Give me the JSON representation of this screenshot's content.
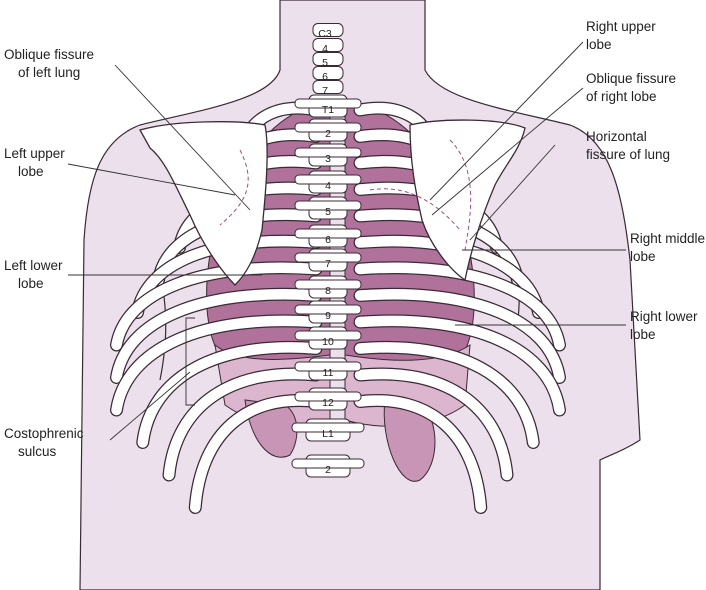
{
  "colors": {
    "body": "#ece0ec",
    "lung": "#b0719a",
    "lung_light": "#dcb6cf",
    "outline": "#3a2a35",
    "bone": "#ffffff"
  },
  "vertebrae": [
    "C3",
    "4",
    "5",
    "6",
    "7",
    "T1",
    "2",
    "3",
    "4",
    "5",
    "6",
    "7",
    "8",
    "9",
    "10",
    "11",
    "12",
    "L1",
    "2"
  ],
  "labels": {
    "oblique_left": [
      "Oblique fissure",
      "of left lung"
    ],
    "left_upper": [
      "Left upper",
      "lobe"
    ],
    "left_lower": [
      "Left lower",
      "lobe"
    ],
    "costophrenic": [
      "Costophrenic",
      "sulcus"
    ],
    "right_upper": [
      "Right upper",
      "lobe"
    ],
    "oblique_right": [
      "Oblique fissure",
      "of right lobe"
    ],
    "horizontal": [
      "Horizontal",
      "fissure of lung"
    ],
    "right_middle": [
      "Right middle",
      "lobe"
    ],
    "right_lower": [
      "Right lower",
      "lobe"
    ]
  }
}
